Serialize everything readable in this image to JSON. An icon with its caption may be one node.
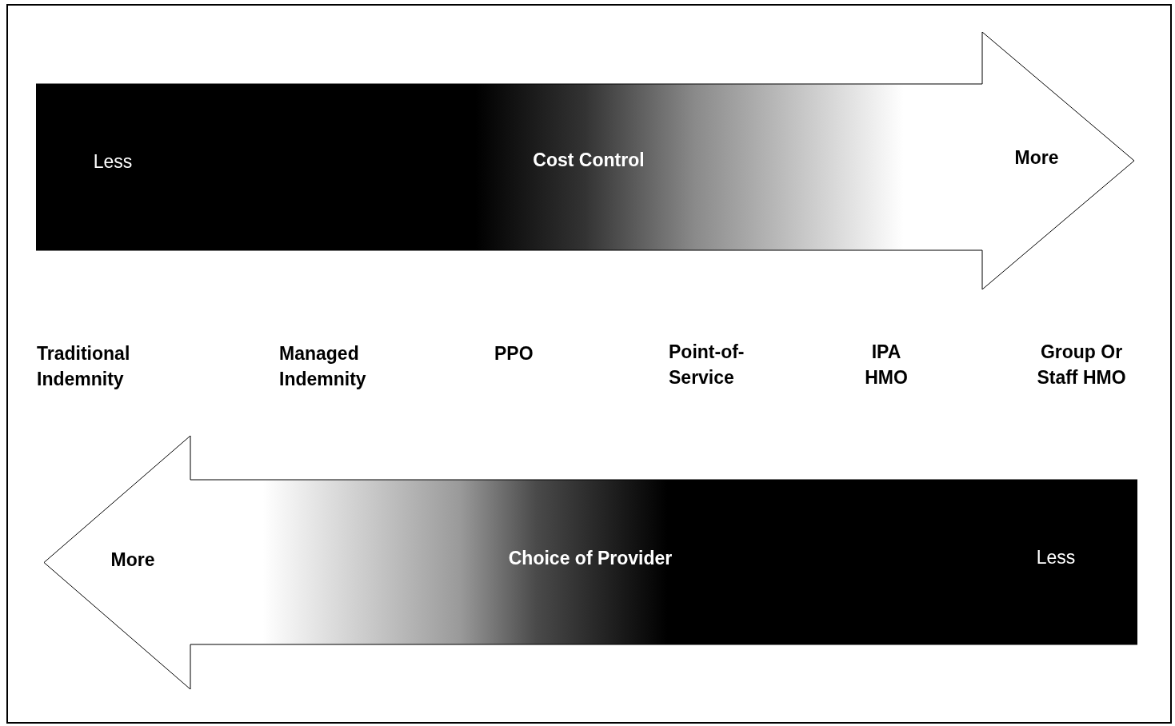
{
  "diagram": {
    "nodes": [
      {
        "text": [
          "Less",
          "Cost Control",
          "More"
        ]
      },
      {
        "text": [
          "More",
          "Choice of Provider",
          "Less"
        ]
      }
    ],
    "labels": [
      "Traditional Indemnity",
      "Managed Indemnity",
      "PPO",
      "Point-of- Service",
      "IPA HMO",
      "Group Or Staff HMO"
    ]
  }
}
